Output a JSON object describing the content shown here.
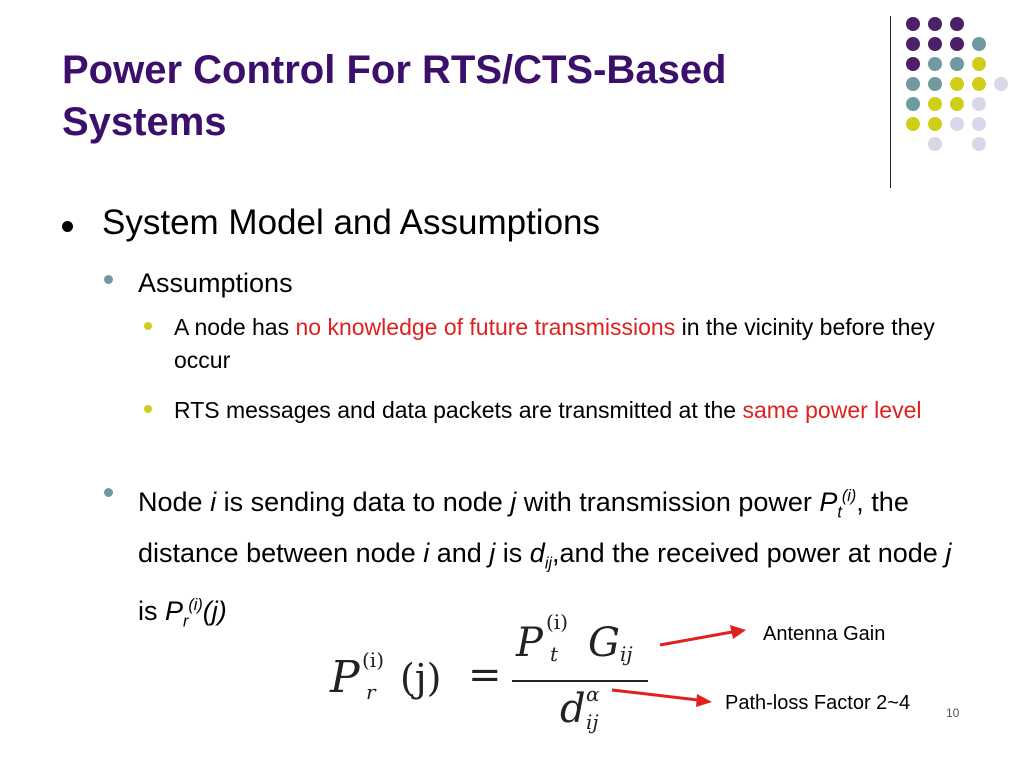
{
  "title": "Power Control For RTS/CTS-Based Systems",
  "bullet1": "System Model and Assumptions",
  "bullet2": "Assumptions",
  "bullet3a": {
    "pre": "A node has ",
    "highlight": "no knowledge of future transmissions",
    "post": " in the vicinity before they occur"
  },
  "bullet3b": {
    "pre": "RTS messages and data packets are transmitted at the ",
    "highlight": "same power level"
  },
  "bullet4": {
    "p1": "Node ",
    "i": "i",
    "p2": " is sending data to node ",
    "j": "j",
    "p3": " with transmission power ",
    "pt_base": "P",
    "pt_sub": "t",
    "pt_sup": "(i)",
    "p4": ", the distance between node ",
    "p5": " and ",
    "p6": " is ",
    "d_base": "d",
    "d_sub": "ij",
    "p7": ",and the received power at node ",
    "p8": " is ",
    "pr_base": "P",
    "pr_sub": "r",
    "pr_sup": "(i)",
    "pr_arg": "(j)"
  },
  "formula": {
    "lhs_base": "P",
    "lhs_sup": "(i)",
    "lhs_sub": "r",
    "lhs_arg": "(j)",
    "equals": "=",
    "num_base": "P",
    "num_sup": "(i)",
    "num_sub": "t",
    "num_g": "G",
    "num_g_sub": "ij",
    "den_base": "d",
    "den_sup": "α",
    "den_sub": "ij"
  },
  "annotations": {
    "antenna_gain": "Antenna Gain",
    "path_loss": "Path-loss Factor 2~4"
  },
  "page_number": "10",
  "colors": {
    "title": "#3b0f6b",
    "highlight": "#e0201e",
    "arrow": "#e0201e",
    "dot_purple": "#4b2068",
    "dot_teal": "#6f9a9f",
    "dot_yellow": "#cfcf1a",
    "dot_lavender": "#d8d8ea"
  }
}
